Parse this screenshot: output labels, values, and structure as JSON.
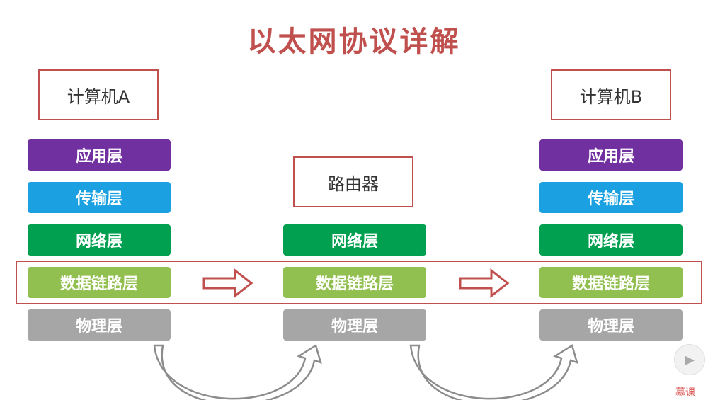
{
  "title": "以太网协议详解",
  "nodes": {
    "computer_a": "计算机A",
    "router": "路由器",
    "computer_b": "计算机B"
  },
  "layers": {
    "application": "应用层",
    "transport": "传输层",
    "network": "网络层",
    "data_link": "数据链路层",
    "physical": "物理层"
  },
  "colors": {
    "title": "#c0504d",
    "border": "#c0504d",
    "application": "#7030a0",
    "transport": "#1ba1e2",
    "network": "#00a050",
    "data_link": "#92c050",
    "physical": "#a6a6a6"
  },
  "watermark": "慕课"
}
